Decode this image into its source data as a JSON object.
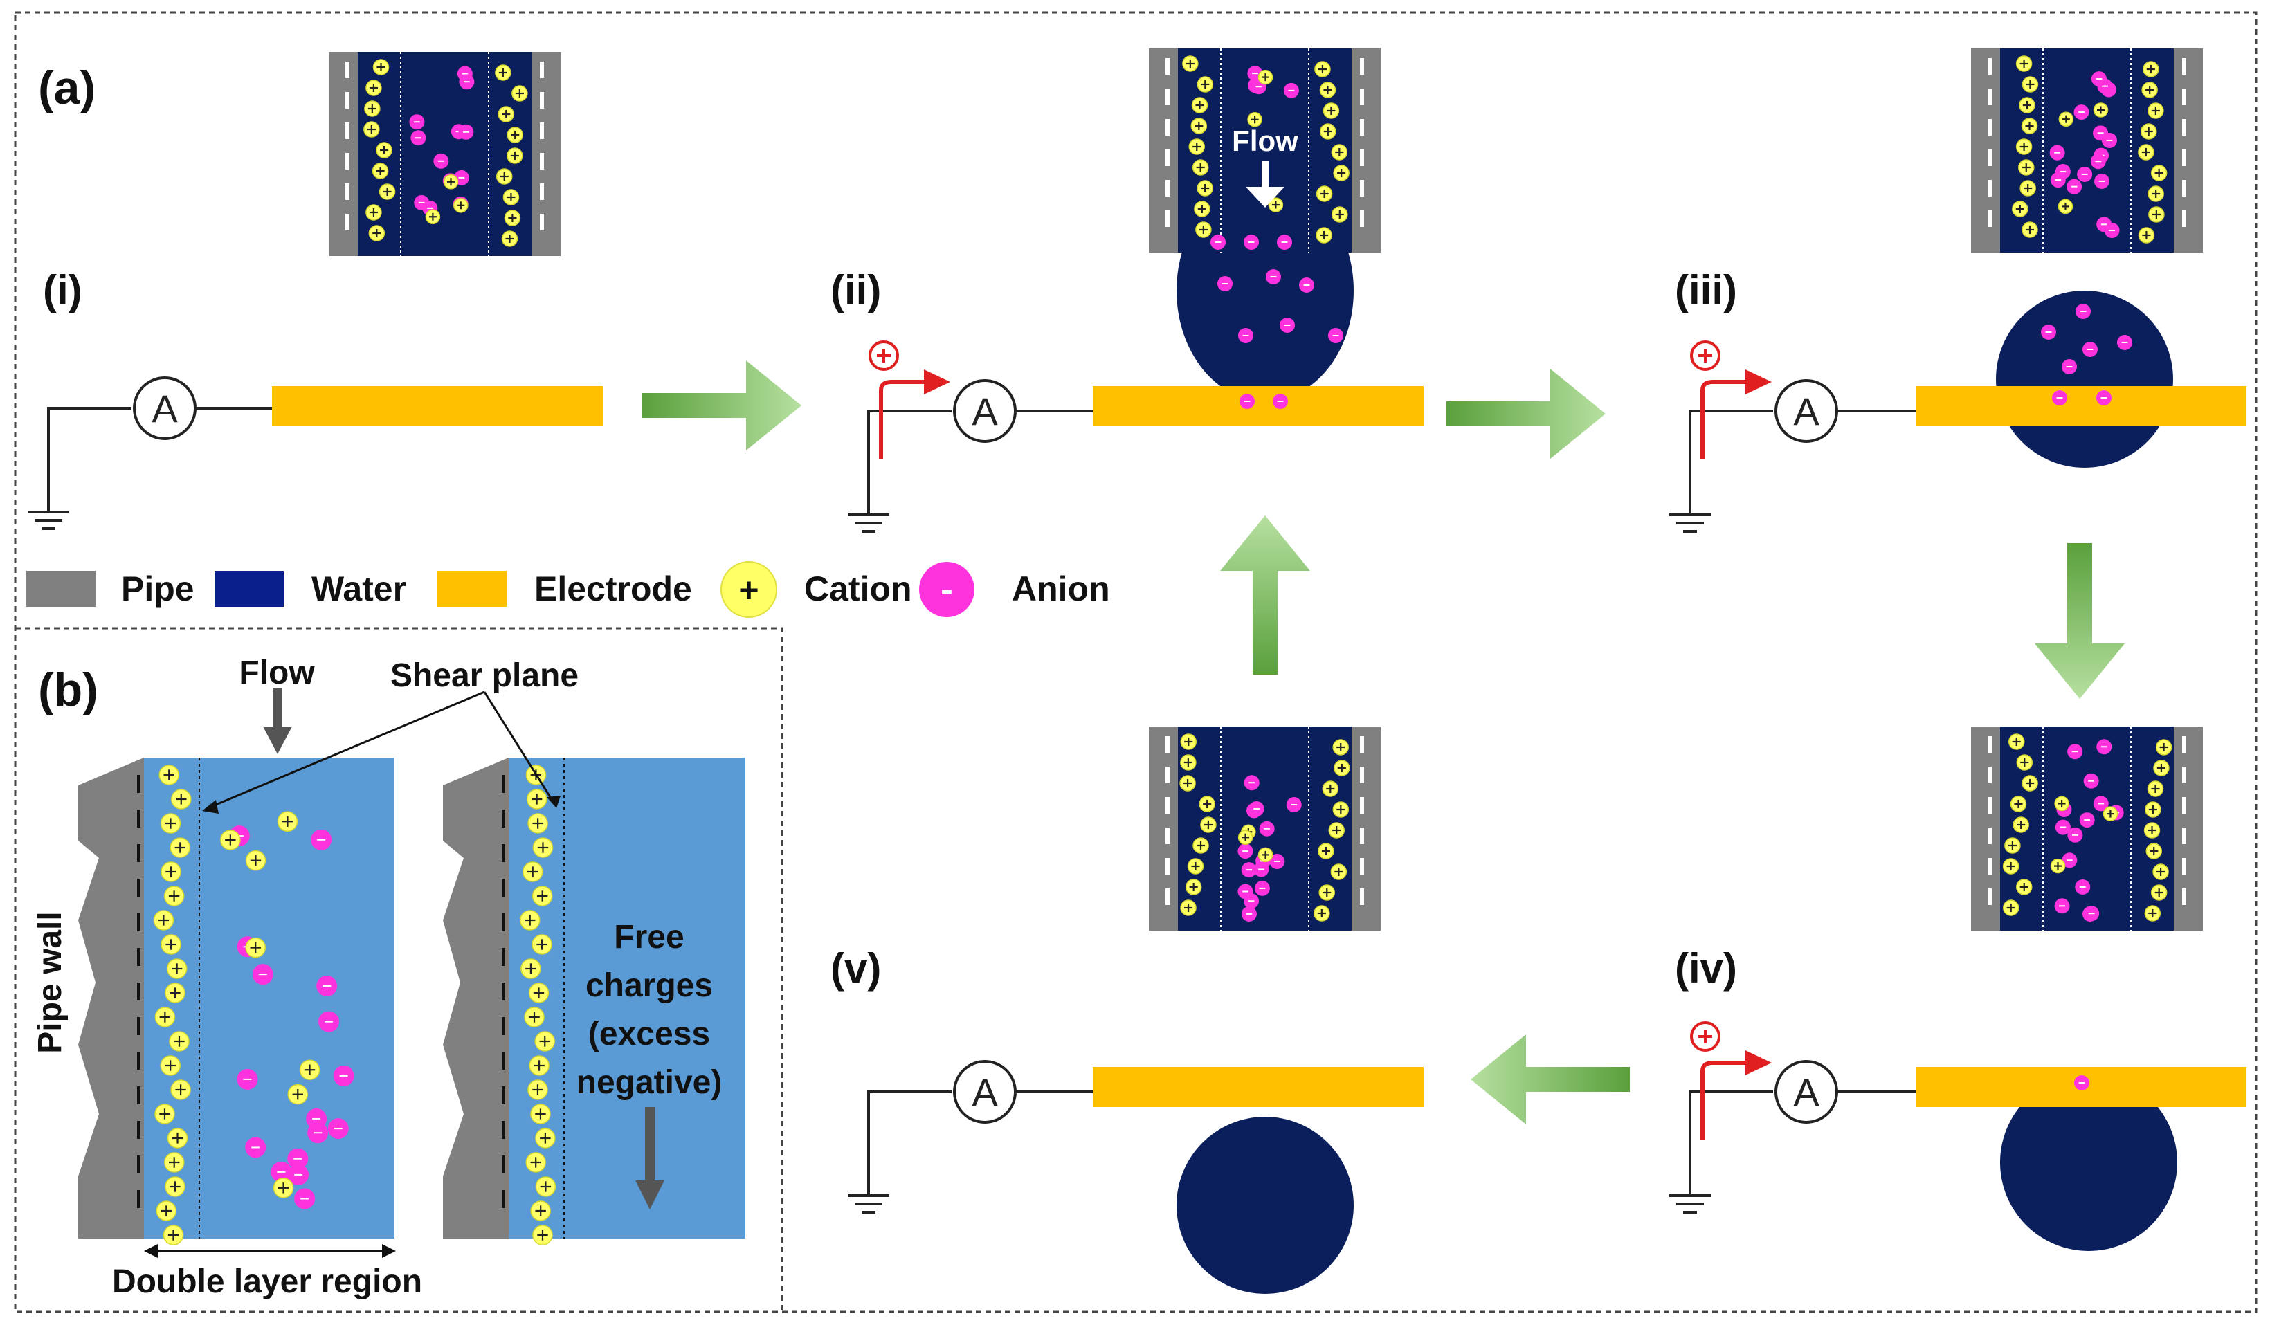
{
  "panel_a": {
    "label": "(a)",
    "steps": [
      {
        "id": "i",
        "label": "(i)"
      },
      {
        "id": "ii",
        "label": "(ii)"
      },
      {
        "id": "iii",
        "label": "(iii)"
      },
      {
        "id": "iv",
        "label": "(iv)"
      },
      {
        "id": "v",
        "label": "(v)"
      }
    ],
    "ammeter_symbol": "A",
    "flow_label": "Flow",
    "legend": {
      "pipe": "Pipe",
      "water": "Water",
      "electrode": "Electrode",
      "cation_symbol": "+",
      "cation": "Cation",
      "anion_symbol": "-",
      "anion": "Anion"
    }
  },
  "panel_b": {
    "label": "(b)",
    "flow_label": "Flow",
    "shear_plane_label": "Shear plane",
    "pipe_wall_label": "Pipe wall",
    "double_layer_label": "Double layer region",
    "free_charges_lines": [
      "Free",
      "charges",
      "(excess",
      "negative)"
    ]
  },
  "colors": {
    "pipe": "#808080",
    "water": "#0b1f5c",
    "electrode": "#ffc000",
    "cation": "#ffff66",
    "anion": "#ff33dd",
    "arrow_green": "#7fbf5a",
    "current_arrow": "#e02020",
    "light_water": "#5b9bd5"
  }
}
